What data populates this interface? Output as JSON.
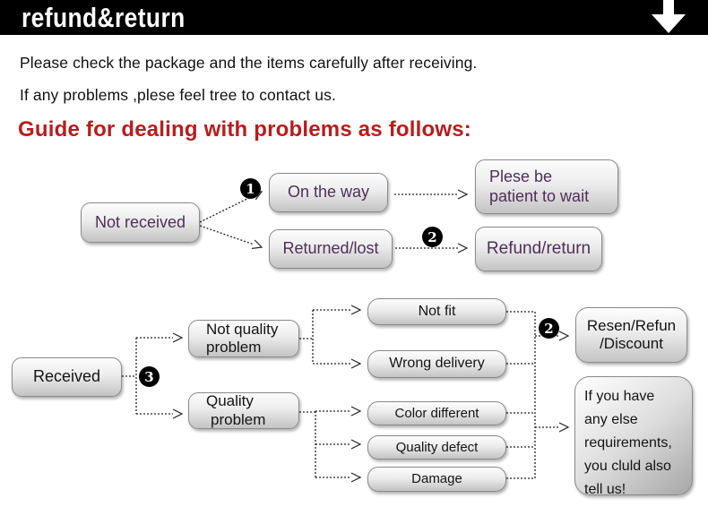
{
  "banner": {
    "title": "refund&return"
  },
  "intro": {
    "line1": "Please check the package and the items carefully after receiving.",
    "line2": "If any problems ,plese feel tree to contact us."
  },
  "heading": {
    "text": "Guide for dealing with problems as follows:"
  },
  "flow1": {
    "not_received": "Not received",
    "badge_1": "1",
    "on_the_way": "On the way",
    "returned_lost": "Returned/lost",
    "badge_2": "2",
    "plese_be": {
      "line1": "Plese be",
      "line2": "patient to wait"
    },
    "refund_return": "Refund/return"
  },
  "flow2": {
    "received": "Received",
    "badge_3": "3",
    "not_quality": {
      "line1": "Not quality",
      "line2": "problem"
    },
    "quality_problem": {
      "line1": "Quality",
      "line2": "problem"
    },
    "not_fit": "Not fit",
    "wrong_delivery": "Wrong delivery",
    "color_different": "Color different",
    "quality_defect": "Quality defect",
    "damage": "Damage",
    "badge_2": "2",
    "resen": {
      "line1": "Resen/Refun",
      "line2": "/Discount"
    },
    "note": {
      "line1": "If you have",
      "line2": "any else",
      "line3": "requirements,",
      "line4": "you cluld also",
      "line5": "tell us!"
    }
  },
  "colors": {
    "banner_bg": "#000000",
    "heading_red": "#b71d1d",
    "flow1_text": "#4f2f5a",
    "flow2_text": "#141414",
    "box_border": "#8a8a8a",
    "badge_bg": "#000000",
    "badge_text": "#ffffff"
  }
}
